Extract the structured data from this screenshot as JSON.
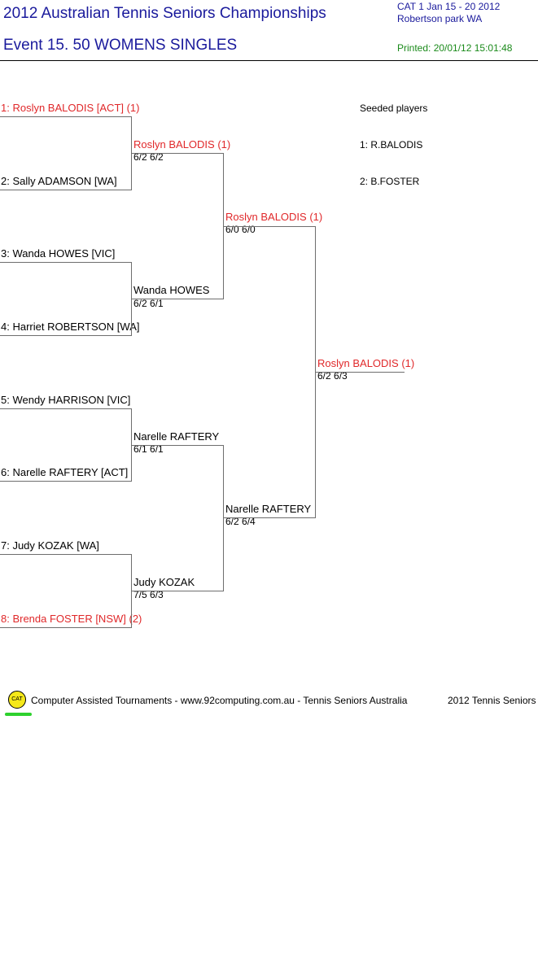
{
  "header": {
    "title": "2012 Australian Tennis Seniors Championships",
    "event": "Event 15. 50 WOMENS SINGLES",
    "category": "CAT 1   Jan 15 - 20 2012",
    "venue": "Robertson park   WA",
    "printed": "Printed: 20/01/12 15:01:48"
  },
  "seeded": {
    "heading": "Seeded players",
    "players": [
      "1: R.BALODIS",
      "2: B.FOSTER"
    ]
  },
  "round1": [
    "1: Roslyn BALODIS [ACT] (1)",
    "2: Sally ADAMSON [WA]",
    "3: Wanda HOWES [VIC]",
    "4: Harriet ROBERTSON [WA]",
    "5: Wendy HARRISON [VIC]",
    "6: Narelle RAFTERY [ACT]",
    "7: Judy KOZAK [WA]",
    "8: Brenda FOSTER [NSW] (2)"
  ],
  "round2": [
    {
      "name": "Roslyn BALODIS (1)",
      "score": "6/2 6/2"
    },
    {
      "name": "Wanda HOWES",
      "score": "6/2 6/1"
    },
    {
      "name": "Narelle RAFTERY",
      "score": "6/1 6/1"
    },
    {
      "name": "Judy KOZAK",
      "score": "7/5 6/3"
    }
  ],
  "round3": [
    {
      "name": "Roslyn BALODIS (1)",
      "score": "6/0 6/0"
    },
    {
      "name": "Narelle RAFTERY",
      "score": "6/2 6/4"
    }
  ],
  "final": {
    "name": "Roslyn BALODIS (1)",
    "score": "6/2 6/3"
  },
  "footer": {
    "logo_text": "CAT",
    "credit": "Computer Assisted Tournaments - www.92computing.com.au -  Tennis Seniors Australia",
    "right": "2012 Tennis Seniors"
  },
  "colors": {
    "seed_red": "#e0282a",
    "title_blue": "#1a1a9c",
    "printed_green": "#1a8a1a"
  }
}
